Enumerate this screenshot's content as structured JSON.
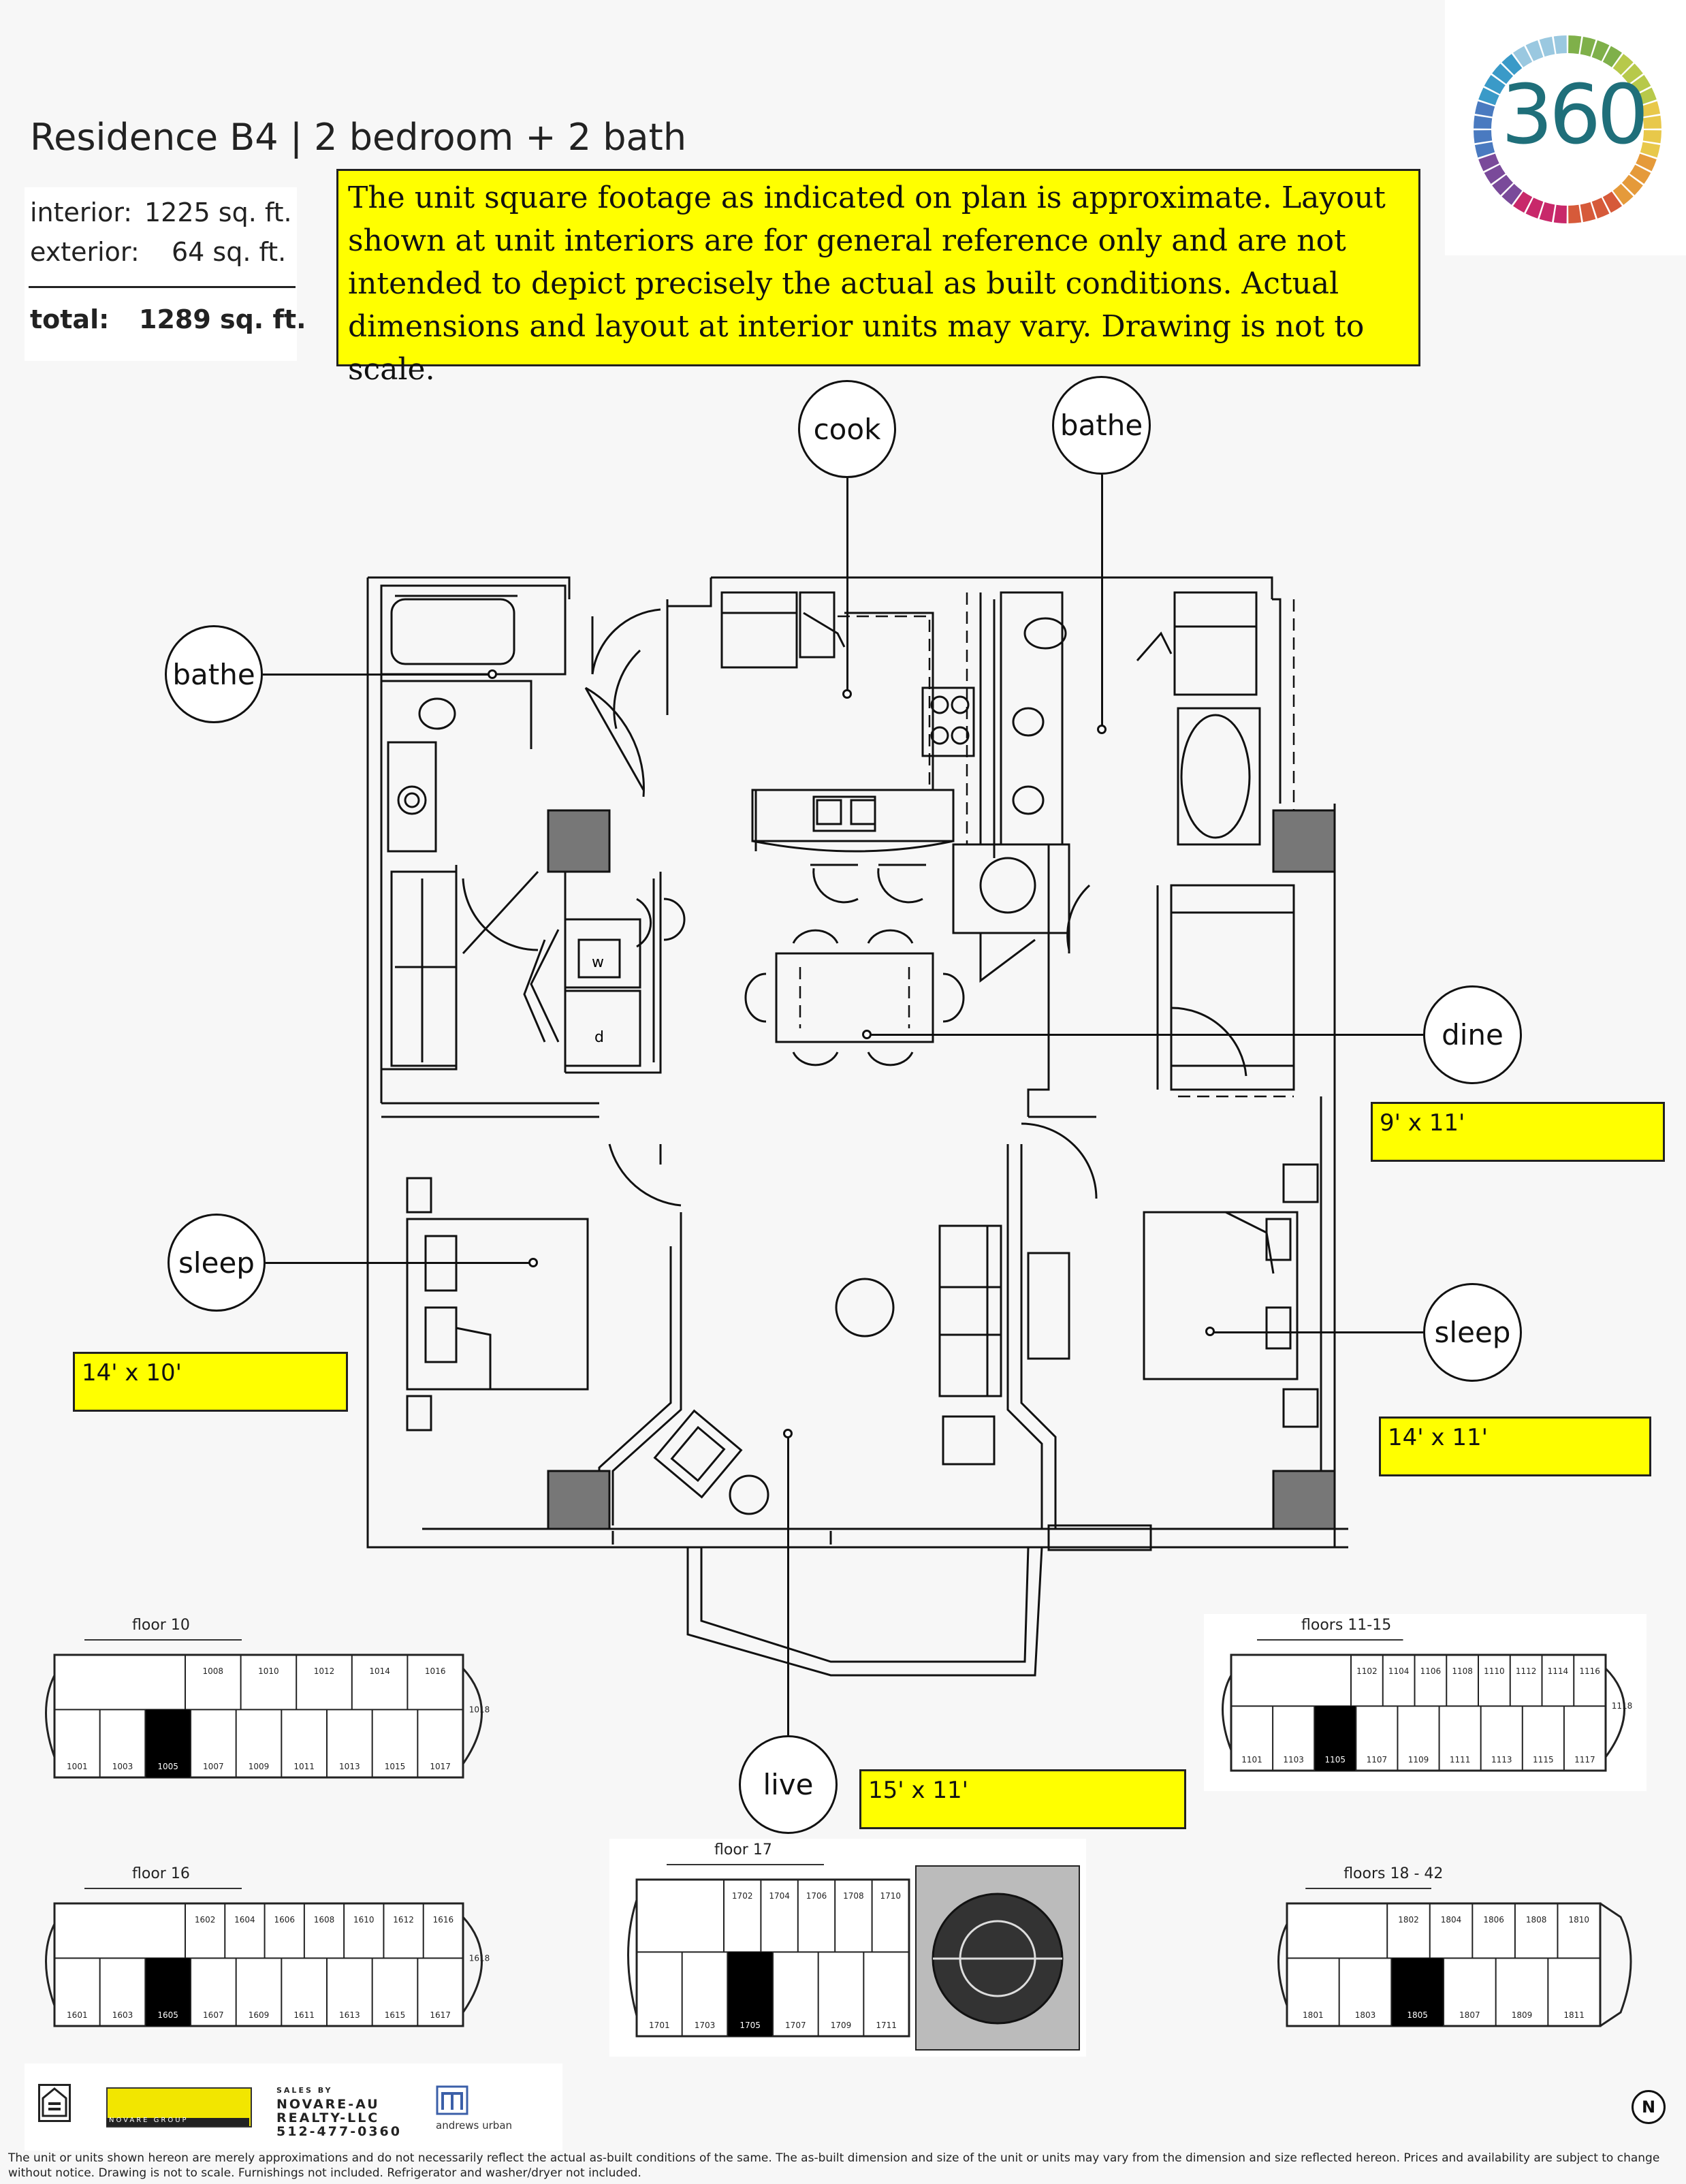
{
  "header": {
    "title": "Residence B4 | 2 bedroom + 2 bath",
    "interior_label": "interior:",
    "interior_value": "1225 sq. ft.",
    "exterior_label": "exterior:",
    "exterior_value": "64 sq. ft.",
    "total_label": "total:",
    "total_value": "1289 sq. ft.",
    "disclaimer": "The unit square footage as indicated on plan is approximate.  Layout shown at unit interiors are for general reference only and are not intended to depict precisely the actual as built conditions.  Actual dimensions and layout at interior units may vary.  Drawing is not to scale."
  },
  "logo": {
    "text": "360",
    "ring_colors": [
      "#7fb04a",
      "#b7c94a",
      "#e8c84a",
      "#e59a3a",
      "#d65a3a",
      "#c8286a",
      "#7a4a9a",
      "#4a7ac0",
      "#3a9ac8",
      "#9ac8e0"
    ]
  },
  "labels": {
    "cook": "cook",
    "bathe_top": "bathe",
    "bathe_left": "bathe",
    "dine": "dine",
    "sleep_left": "sleep",
    "sleep_right": "sleep",
    "live": "live"
  },
  "dimensions": {
    "dine": "9' x 11'",
    "sleep_left": "14' x 10'",
    "sleep_right": "14' x 11'",
    "live": "15' x 11'"
  },
  "appliances": {
    "washer": "w",
    "dryer": "d"
  },
  "keyplans": {
    "floor10": {
      "title": "floor 10",
      "top_units": [
        "1008",
        "1010",
        "1012",
        "1014",
        "1016"
      ],
      "end_unit": "1018",
      "bottom_units": [
        "1001",
        "1003",
        "1005",
        "1007",
        "1009",
        "1011",
        "1013",
        "1015",
        "1017"
      ],
      "highlight": "1005"
    },
    "floors11_15": {
      "title": "floors 11-15",
      "top_units": [
        "1102",
        "1104",
        "1106",
        "1108",
        "1110",
        "1112",
        "1114",
        "1116"
      ],
      "end_unit": "1118",
      "bottom_units": [
        "1101",
        "1103",
        "1105",
        "1107",
        "1109",
        "1111",
        "1113",
        "1115",
        "1117"
      ],
      "highlight": "1105"
    },
    "floor16": {
      "title": "floor 16",
      "top_units": [
        "1602",
        "1604",
        "1606",
        "1608",
        "1610",
        "1612",
        "1616"
      ],
      "end_unit": "1618",
      "bottom_units": [
        "1601",
        "1603",
        "1605",
        "1607",
        "1609",
        "1611",
        "1613",
        "1615",
        "1617"
      ],
      "highlight": "1605"
    },
    "floor17": {
      "title": "floor 17",
      "top_units": [
        "1702",
        "1704",
        "1706",
        "1708",
        "1710"
      ],
      "bottom_units": [
        "1701",
        "1703",
        "1705",
        "1707",
        "1709",
        "1711"
      ],
      "highlight": "1705"
    },
    "floors18_42": {
      "title": "floors 18 - 42",
      "top_units": [
        "1802",
        "1804",
        "1806",
        "1808",
        "1810"
      ],
      "bottom_units": [
        "1801",
        "1803",
        "1805",
        "1807",
        "1809",
        "1811"
      ],
      "highlight": "1805"
    }
  },
  "footer": {
    "novare_band": "NOVARE GROUP",
    "sales_line1": "SALES BY",
    "sales_line2": "NOVARE-AU",
    "sales_line3": "REALTY-LLC",
    "sales_phone": "512-477-0360",
    "andrews": "andrews urban",
    "north": "N",
    "legal": "The unit or units shown hereon are merely approximations and do not necessarily reflect the actual as-built conditions of the same. The as-built dimension and size of the unit or units may vary from the dimension and size reflected hereon. Prices and availability are subject to change without notice. Drawing is not to scale. Furnishings not included. Refrigerator and washer/dryer not included."
  }
}
